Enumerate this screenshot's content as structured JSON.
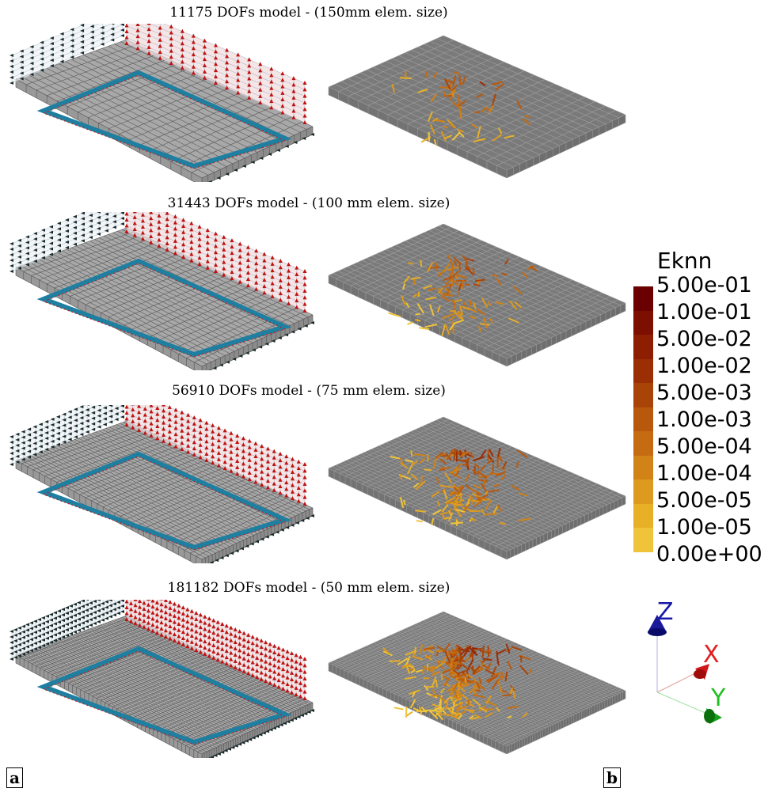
{
  "rows": [
    {
      "title": "11175 DOFs model - (150mm elem. size)"
    },
    {
      "title": "31443 DOFs model - (100 mm elem. size)"
    },
    {
      "title": "56910 DOFs model - (75 mm elem. size)"
    },
    {
      "title": "181182 DOFs model - (50 mm elem. size)"
    }
  ],
  "legend": {
    "title": "Eknn",
    "labels": [
      "5.00e-01",
      "1.00e-01",
      "5.00e-02",
      "1.00e-02",
      "5.00e-03",
      "1.00e-03",
      "5.00e-04",
      "1.00e-04",
      "5.00e-05",
      "1.00e-05",
      "0.00e+00"
    ],
    "colors": [
      "#6b0000",
      "#7d0f00",
      "#8e1e02",
      "#9b2e05",
      "#a94408",
      "#b8580d",
      "#c56c12",
      "#d18317",
      "#dd9a1e",
      "#e7b027",
      "#f0c43a"
    ]
  },
  "axes": {
    "z": "Z",
    "x": "X",
    "y": "Y"
  },
  "labels": {
    "a": "a",
    "b": "b"
  }
}
